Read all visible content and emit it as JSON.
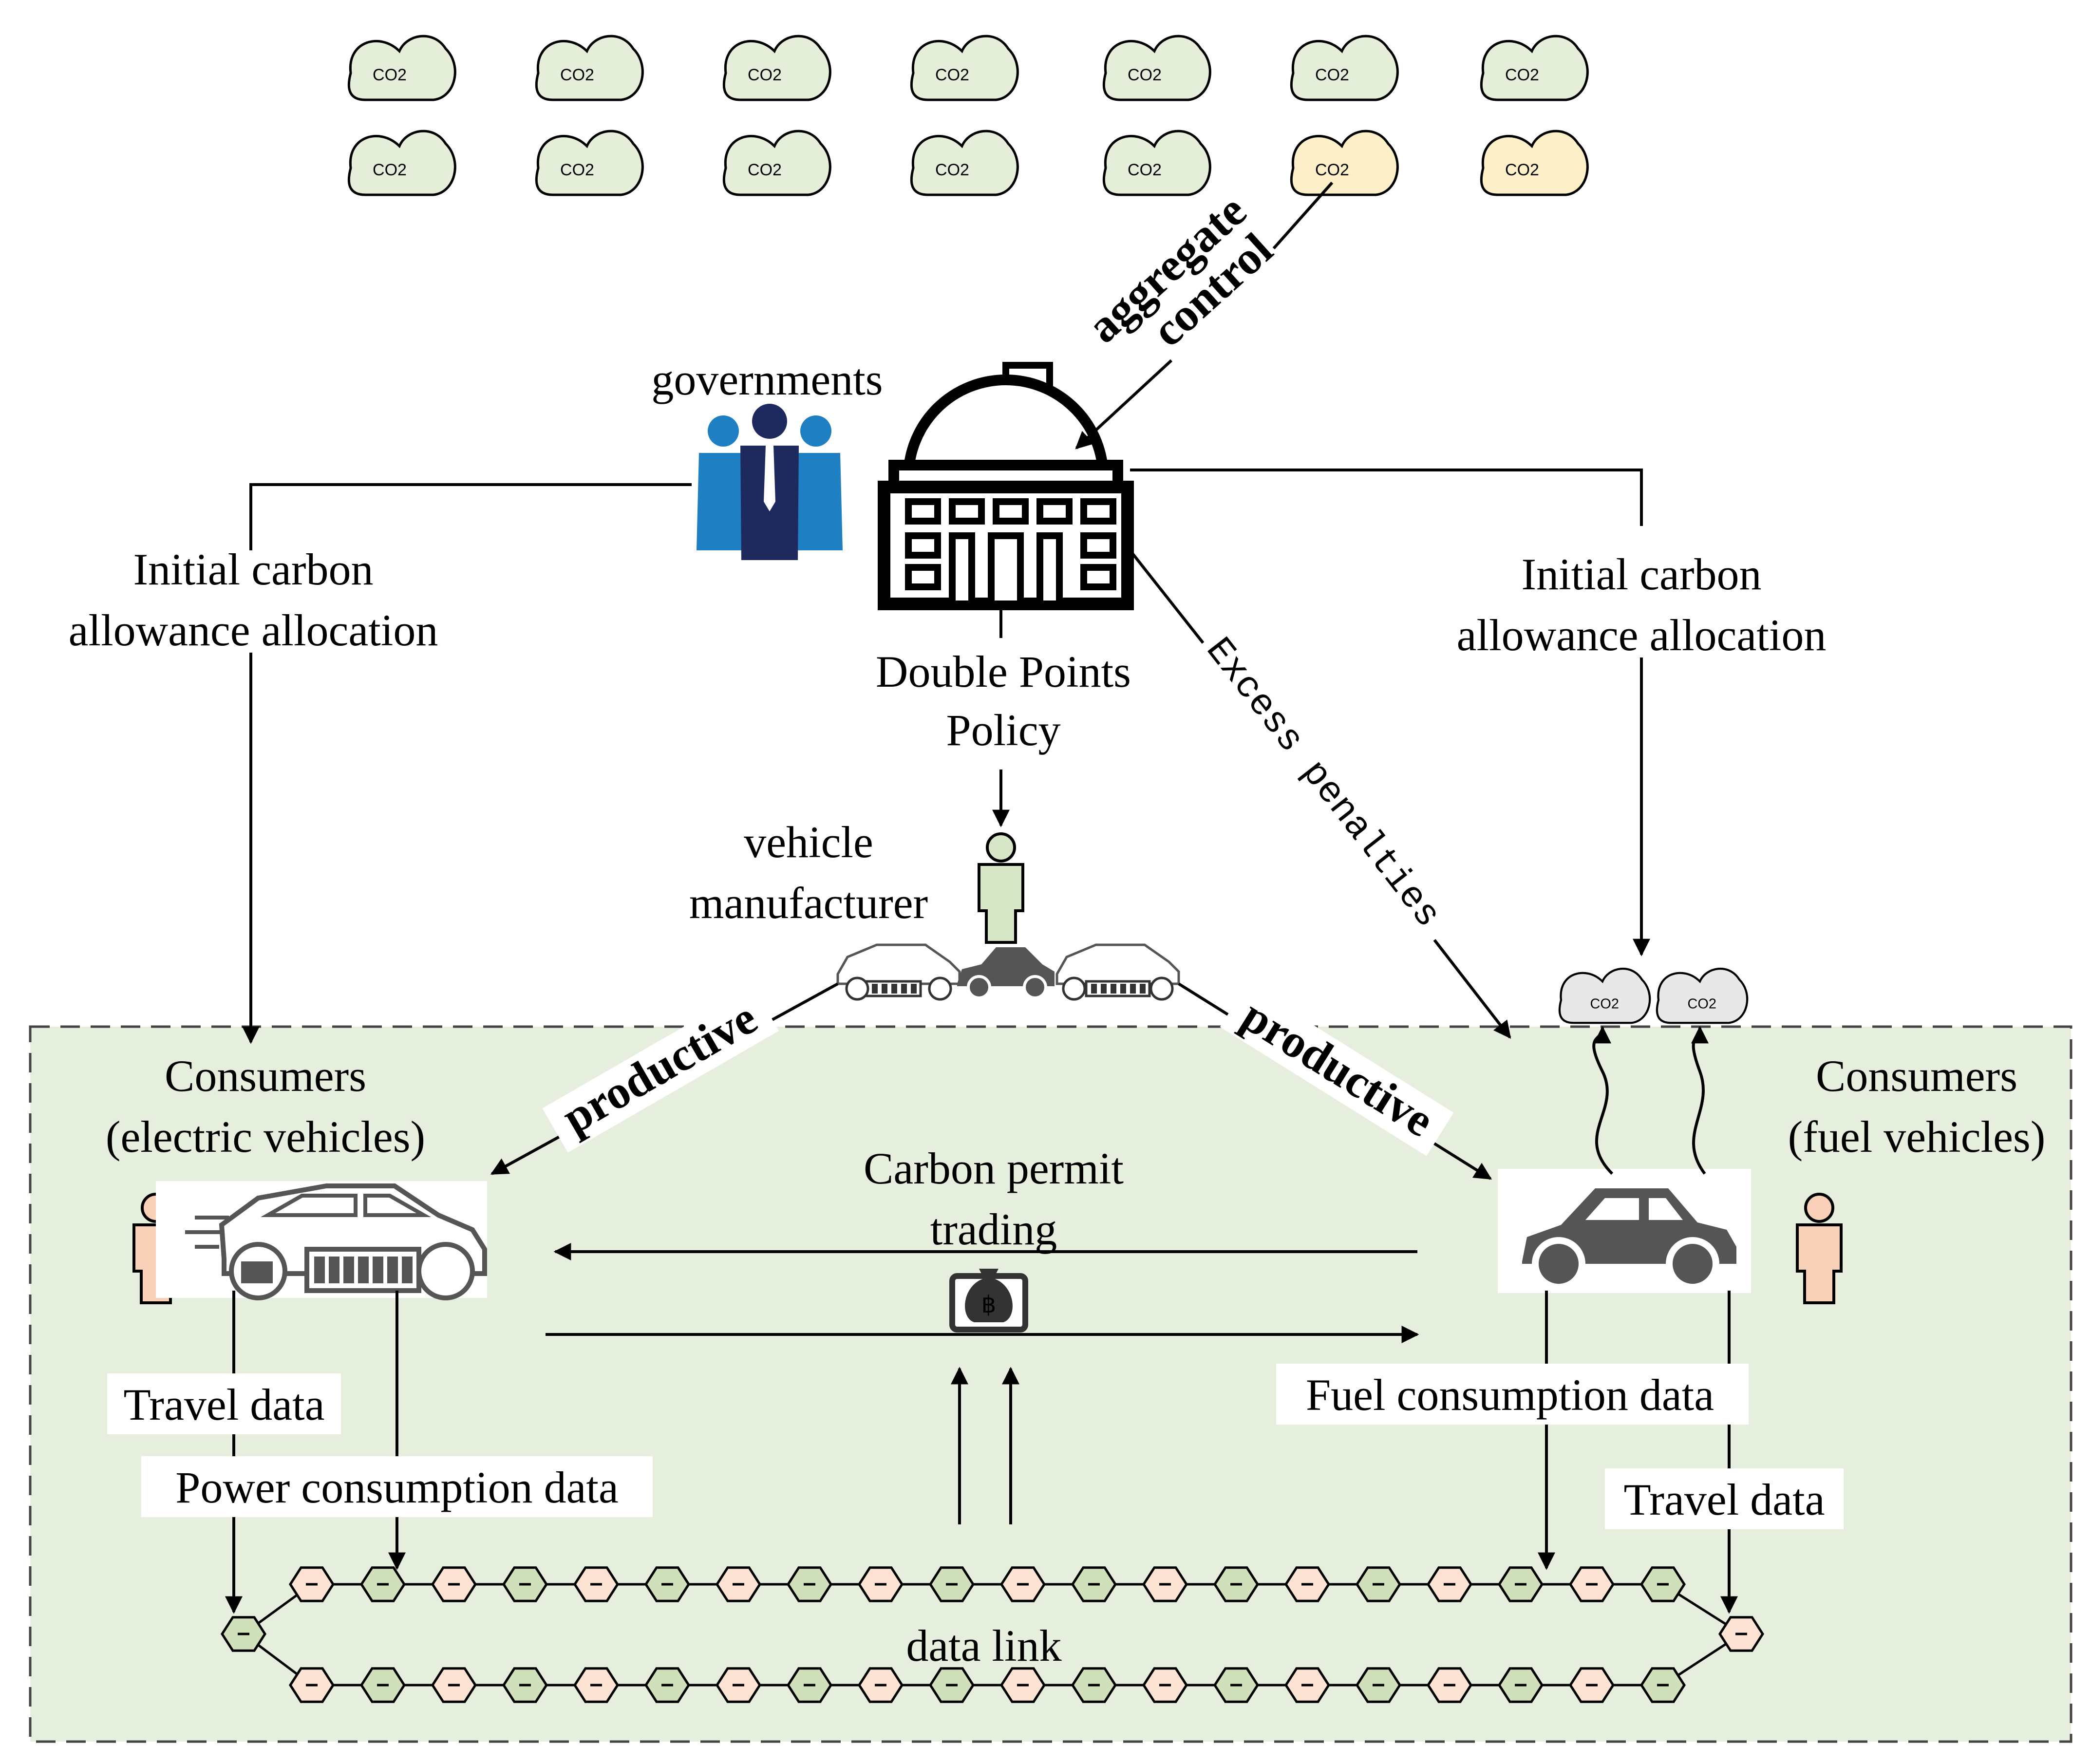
{
  "clouds": {
    "label": "CO2",
    "count_green": 12,
    "count_yellow": 2,
    "green_fill": "#e4eed9",
    "yellow_fill": "#fdf0c8",
    "grey_fill": "#e8e8e8"
  },
  "government": {
    "label": "governments",
    "people_colors": [
      "#1e7fc3",
      "#1e2a5e"
    ]
  },
  "arrows": {
    "aggregate_line1": "aggregate",
    "aggregate_line2": "control",
    "excess": "Excess penalties",
    "productive_left": "productive",
    "productive_right": "productive"
  },
  "allocation_left": {
    "line1": "Initial carbon",
    "line2": "allowance allocation"
  },
  "allocation_right": {
    "line1": "Initial carbon",
    "line2": "allowance allocation"
  },
  "policy": {
    "line1": "Double Points",
    "line2": "Policy"
  },
  "manufacturer": {
    "line1": "vehicle",
    "line2": "manufacturer"
  },
  "consumers_ev": {
    "line1": "Consumers",
    "line2": "(electric vehicles)"
  },
  "consumers_fuel": {
    "line1": "Consumers",
    "line2": "(fuel vehicles)"
  },
  "trading": {
    "line1": "Carbon permit",
    "line2": "trading"
  },
  "data_labels": {
    "travel_left": "Travel data",
    "power": "Power consumption data",
    "fuel": "Fuel consumption data",
    "travel_right": "Travel data",
    "data_link": "data link"
  },
  "colors": {
    "region_fill": "#e6efdd",
    "hex_green": "#cfe0bb",
    "hex_pink": "#fce3d4",
    "car_grey": "#555555",
    "person_skin": "#f9d1b8",
    "manufacturer_green": "#d8e6c8"
  }
}
